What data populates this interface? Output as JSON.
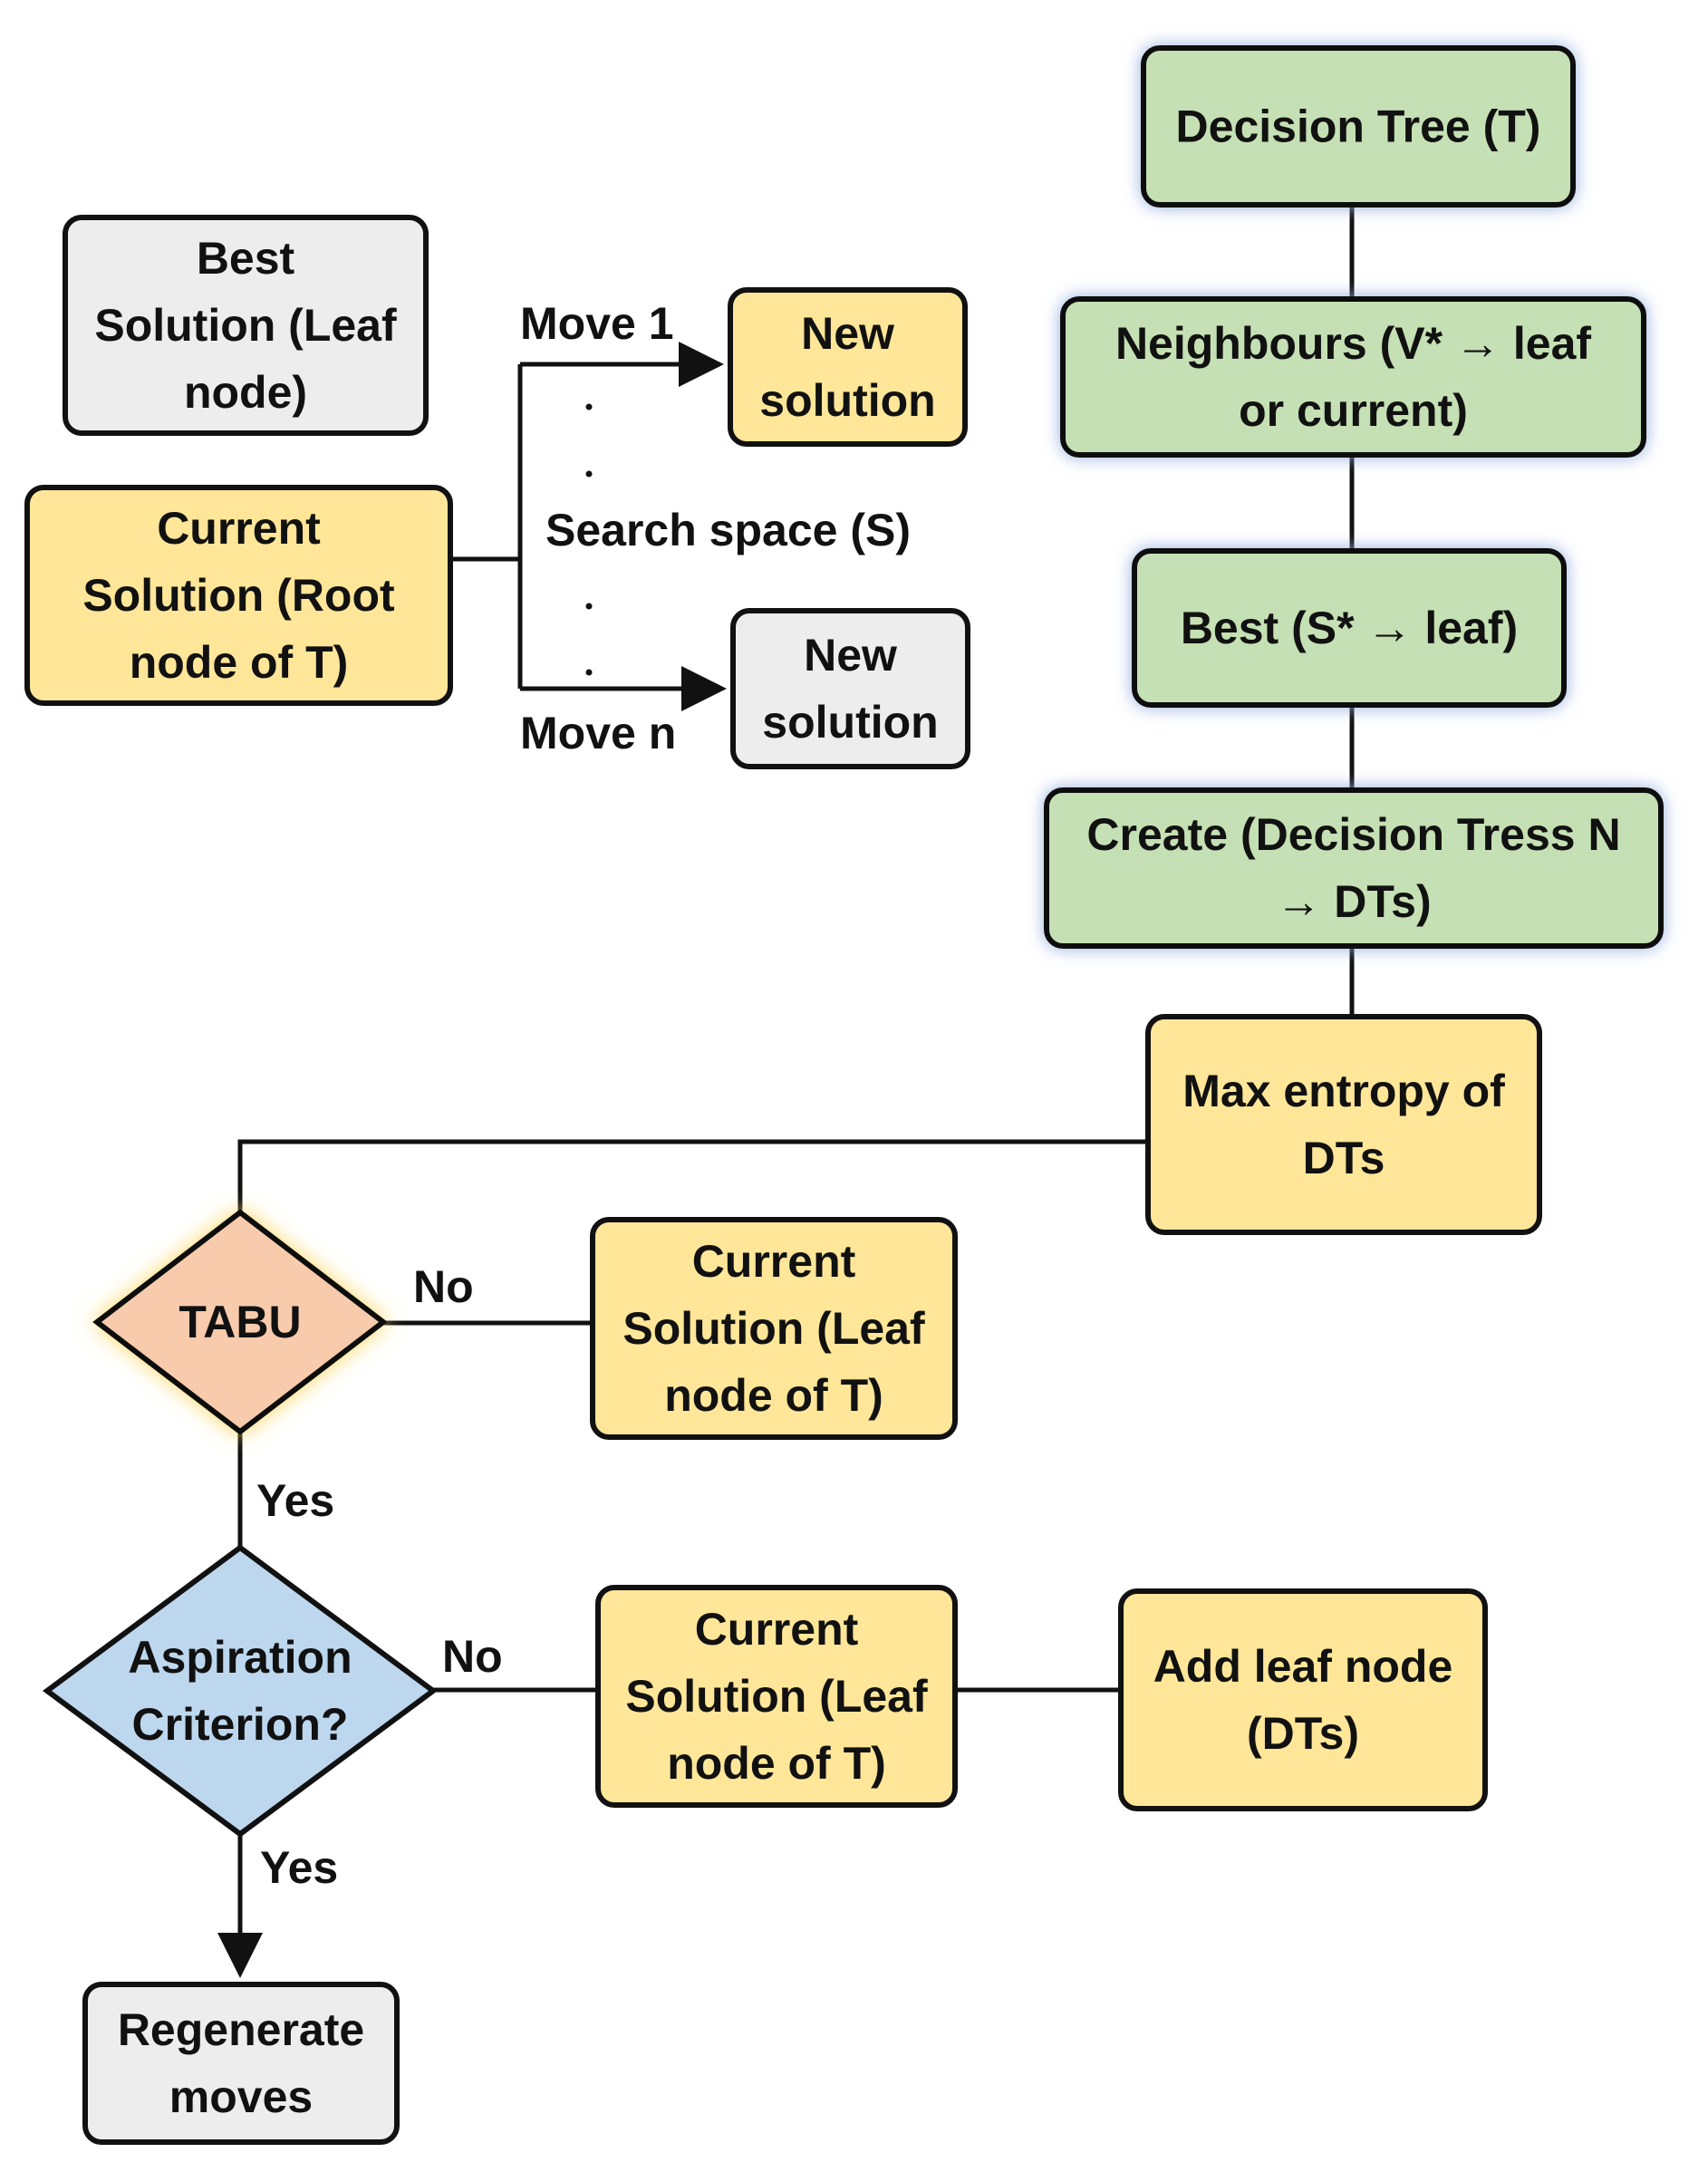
{
  "colors": {
    "yellow_fill": "#FFE699",
    "gray_fill": "#EDEDED",
    "green_fill": "#C5E0B4",
    "salmon_fill": "#F8CBAD",
    "blue_fill": "#BDD7EE",
    "stroke": "#111111",
    "glow_blue": "#8FAADC",
    "glow_yellow": "#FFD966"
  },
  "nodes": {
    "best_solution": [
      "Best",
      "Solution (Leaf",
      "node)"
    ],
    "current_root": [
      "Current",
      "Solution (Root",
      "node of T)"
    ],
    "new_solution_1": [
      "New",
      "solution"
    ],
    "new_solution_n": [
      "New",
      "solution"
    ],
    "decision_tree": [
      "Decision Tree (T)"
    ],
    "neighbours": [
      "Neighbours (V* → leaf",
      "or current)"
    ],
    "best_leaf": [
      "Best (S* → leaf)"
    ],
    "create_dts": [
      "Create (Decision Tress N",
      "→ DTs)"
    ],
    "max_entropy": [
      "Max entropy of",
      "DTs"
    ],
    "tabu": [
      "TABU"
    ],
    "current_leaf_1": [
      "Current",
      "Solution (Leaf",
      "node of T)"
    ],
    "aspiration": [
      "Aspiration",
      "Criterion?"
    ],
    "current_leaf_2": [
      "Current",
      "Solution (Leaf",
      "node of T)"
    ],
    "add_leaf": [
      "Add leaf node",
      "(DTs)"
    ],
    "regenerate": [
      "Regenerate",
      "moves"
    ]
  },
  "edge_labels": {
    "move_1": "Move 1",
    "move_n": "Move n",
    "search_space": "Search space (S)",
    "tabu_no": "No",
    "tabu_yes": "Yes",
    "aspiration_no": "No",
    "aspiration_yes": "Yes"
  }
}
